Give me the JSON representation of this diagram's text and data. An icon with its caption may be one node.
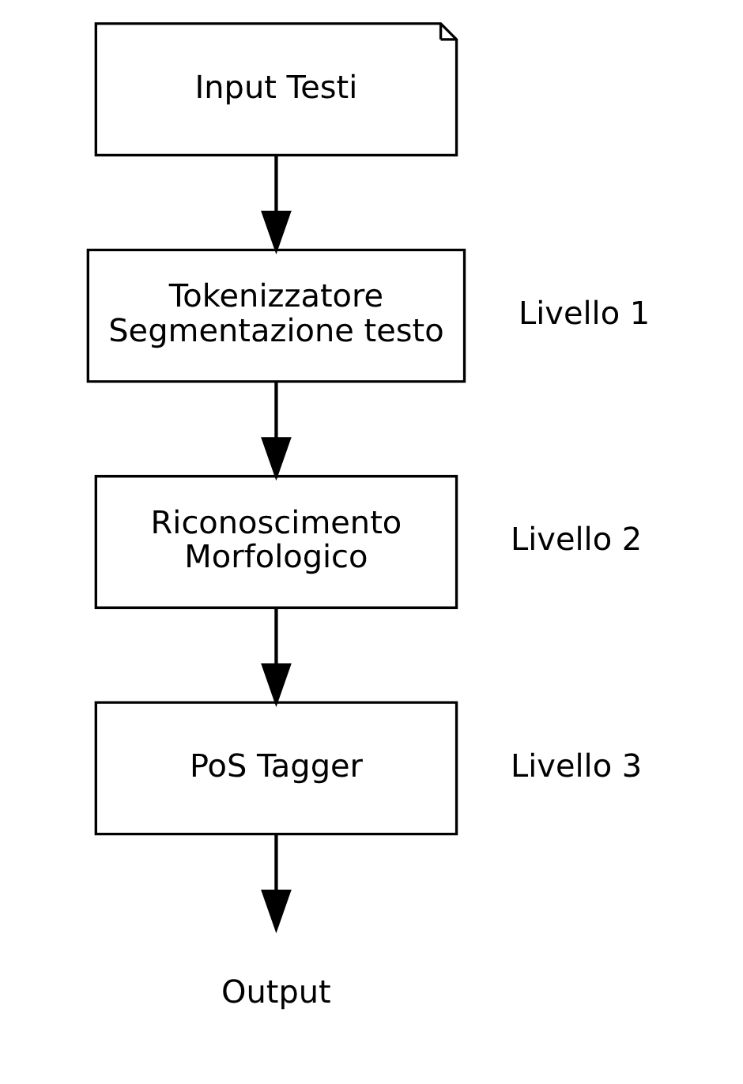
{
  "diagram": {
    "nodes": [
      {
        "text": [
          "Input Testi"
        ]
      },
      {
        "text": [
          "Tokenizzatore Segmentazione testo"
        ],
        "beside": [
          "Livello 1"
        ]
      },
      {
        "text": [
          "Riconoscimento Morfologico"
        ],
        "beside": [
          "Livello 2"
        ]
      },
      {
        "text": [
          "PoS Tagger"
        ],
        "beside": [
          "Livello 3"
        ]
      },
      {
        "text": [
          "Output"
        ]
      }
    ],
    "edges": [
      {
        "from": 0,
        "to": 1,
        "arrow": "to"
      },
      {
        "from": 1,
        "to": 2,
        "arrow": "to"
      },
      {
        "from": 2,
        "to": 3,
        "arrow": "to"
      },
      {
        "from": 3,
        "to": 4,
        "arrow": "to"
      }
    ]
  }
}
